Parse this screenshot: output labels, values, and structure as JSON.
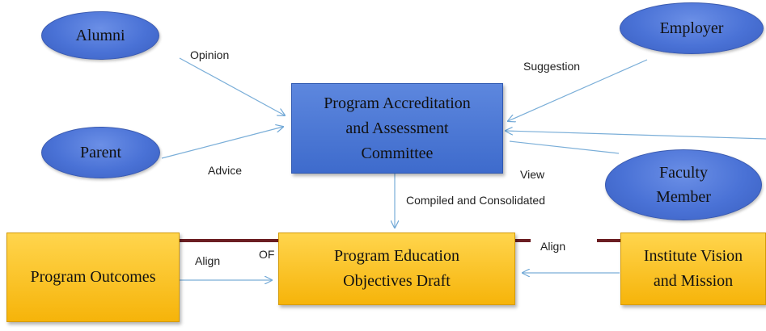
{
  "nodes": {
    "alumni": "Alumni",
    "parent": "Parent",
    "employer": "Employer",
    "faculty_line1": "Faculty",
    "faculty_line2": "Member",
    "committee_line1": "Program Accreditation",
    "committee_line2": "and Assessment",
    "committee_line3": "Committee",
    "outcomes": "Program Outcomes",
    "peo_line1": "Program Education",
    "peo_line2": "Objectives Draft",
    "vision_line1": "Institute Vision",
    "vision_line2": "and Mission"
  },
  "edges": {
    "opinion": "Opinion",
    "advice": "Advice",
    "suggestion": "Suggestion",
    "view": "View",
    "compiled": "Compiled and Consolidated",
    "align_left": "Align",
    "of": "OF",
    "align_right": "Align"
  },
  "colors": {
    "ellipse": "#4a72d6",
    "committee": "#4a78d4",
    "gold": "#f9bf1a",
    "arrow": "#7aaed8",
    "bar": "#6b1e22"
  }
}
